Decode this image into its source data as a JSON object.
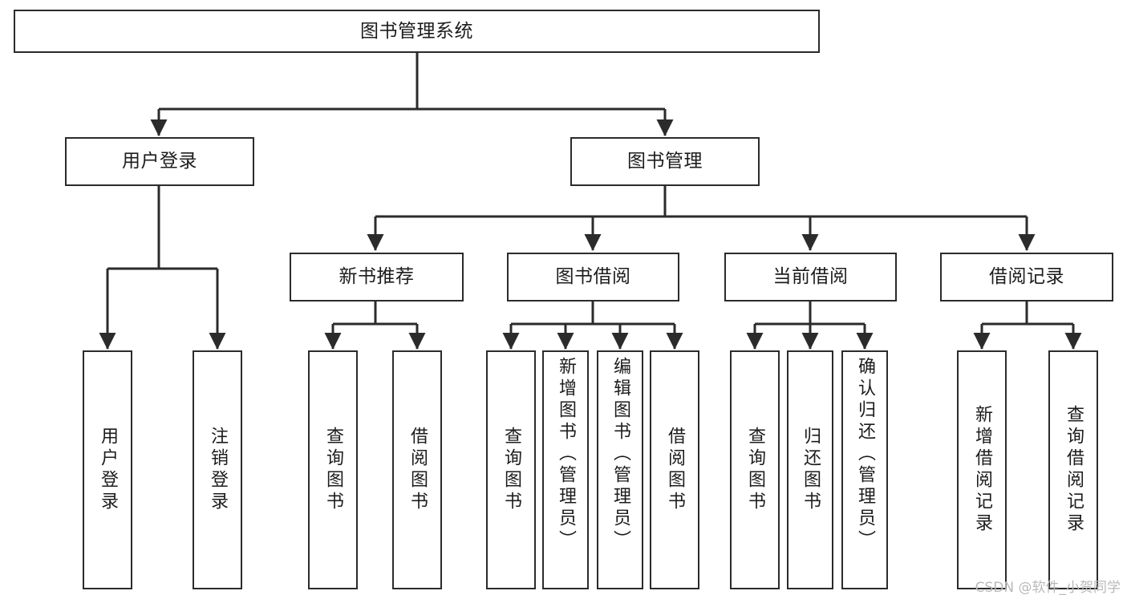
{
  "diagram": {
    "type": "tree-hierarchy",
    "title": "图书管理系统",
    "orientation": "top-down",
    "colors": {
      "node_border": "#2b2b2b",
      "node_fill": "#ffffff",
      "edge": "#2b2b2b",
      "text": "#1c1c1c",
      "watermark": "#b9b9b9",
      "background": "#ffffff"
    },
    "watermark": "CSDN @软件_小贺同学"
  },
  "nodes": {
    "root": {
      "label": "图书管理系统",
      "level": 1
    },
    "level2": [
      {
        "id": "user-login",
        "label": "用户登录",
        "level": 2
      },
      {
        "id": "book-manage",
        "label": "图书管理",
        "level": 2
      }
    ],
    "level3": [
      {
        "id": "new-book-recommend",
        "label": "新书推荐",
        "level": 3
      },
      {
        "id": "book-borrow",
        "label": "图书借阅",
        "level": 3
      },
      {
        "id": "current-borrow",
        "label": "当前借阅",
        "level": 3
      },
      {
        "id": "borrow-record",
        "label": "借阅记录",
        "level": 3
      }
    ],
    "leaves": [
      {
        "id": "leaf-user-login",
        "label": "用户登录",
        "parent": "user-login"
      },
      {
        "id": "leaf-logout",
        "label": "注销登录",
        "parent": "user-login"
      },
      {
        "id": "leaf-query-book-1",
        "label": "查询图书",
        "parent": "new-book-recommend"
      },
      {
        "id": "leaf-borrow-book-1",
        "label": "借阅图书",
        "parent": "new-book-recommend"
      },
      {
        "id": "leaf-query-book-2",
        "label": "查询图书",
        "parent": "book-borrow"
      },
      {
        "id": "leaf-add-book",
        "label": "新增图书（管理员）",
        "parent": "book-borrow"
      },
      {
        "id": "leaf-edit-book",
        "label": "编辑图书（管理员）",
        "parent": "book-borrow"
      },
      {
        "id": "leaf-borrow-book-2",
        "label": "借阅图书",
        "parent": "book-borrow"
      },
      {
        "id": "leaf-query-book-3",
        "label": "查询图书",
        "parent": "current-borrow"
      },
      {
        "id": "leaf-return-book",
        "label": "归还图书",
        "parent": "current-borrow"
      },
      {
        "id": "leaf-confirm-return",
        "label": "确认归还（管理员）",
        "parent": "current-borrow"
      },
      {
        "id": "leaf-add-record",
        "label": "新增借阅记录",
        "parent": "borrow-record"
      },
      {
        "id": "leaf-query-record",
        "label": "查询借阅记录",
        "parent": "borrow-record"
      }
    ]
  }
}
